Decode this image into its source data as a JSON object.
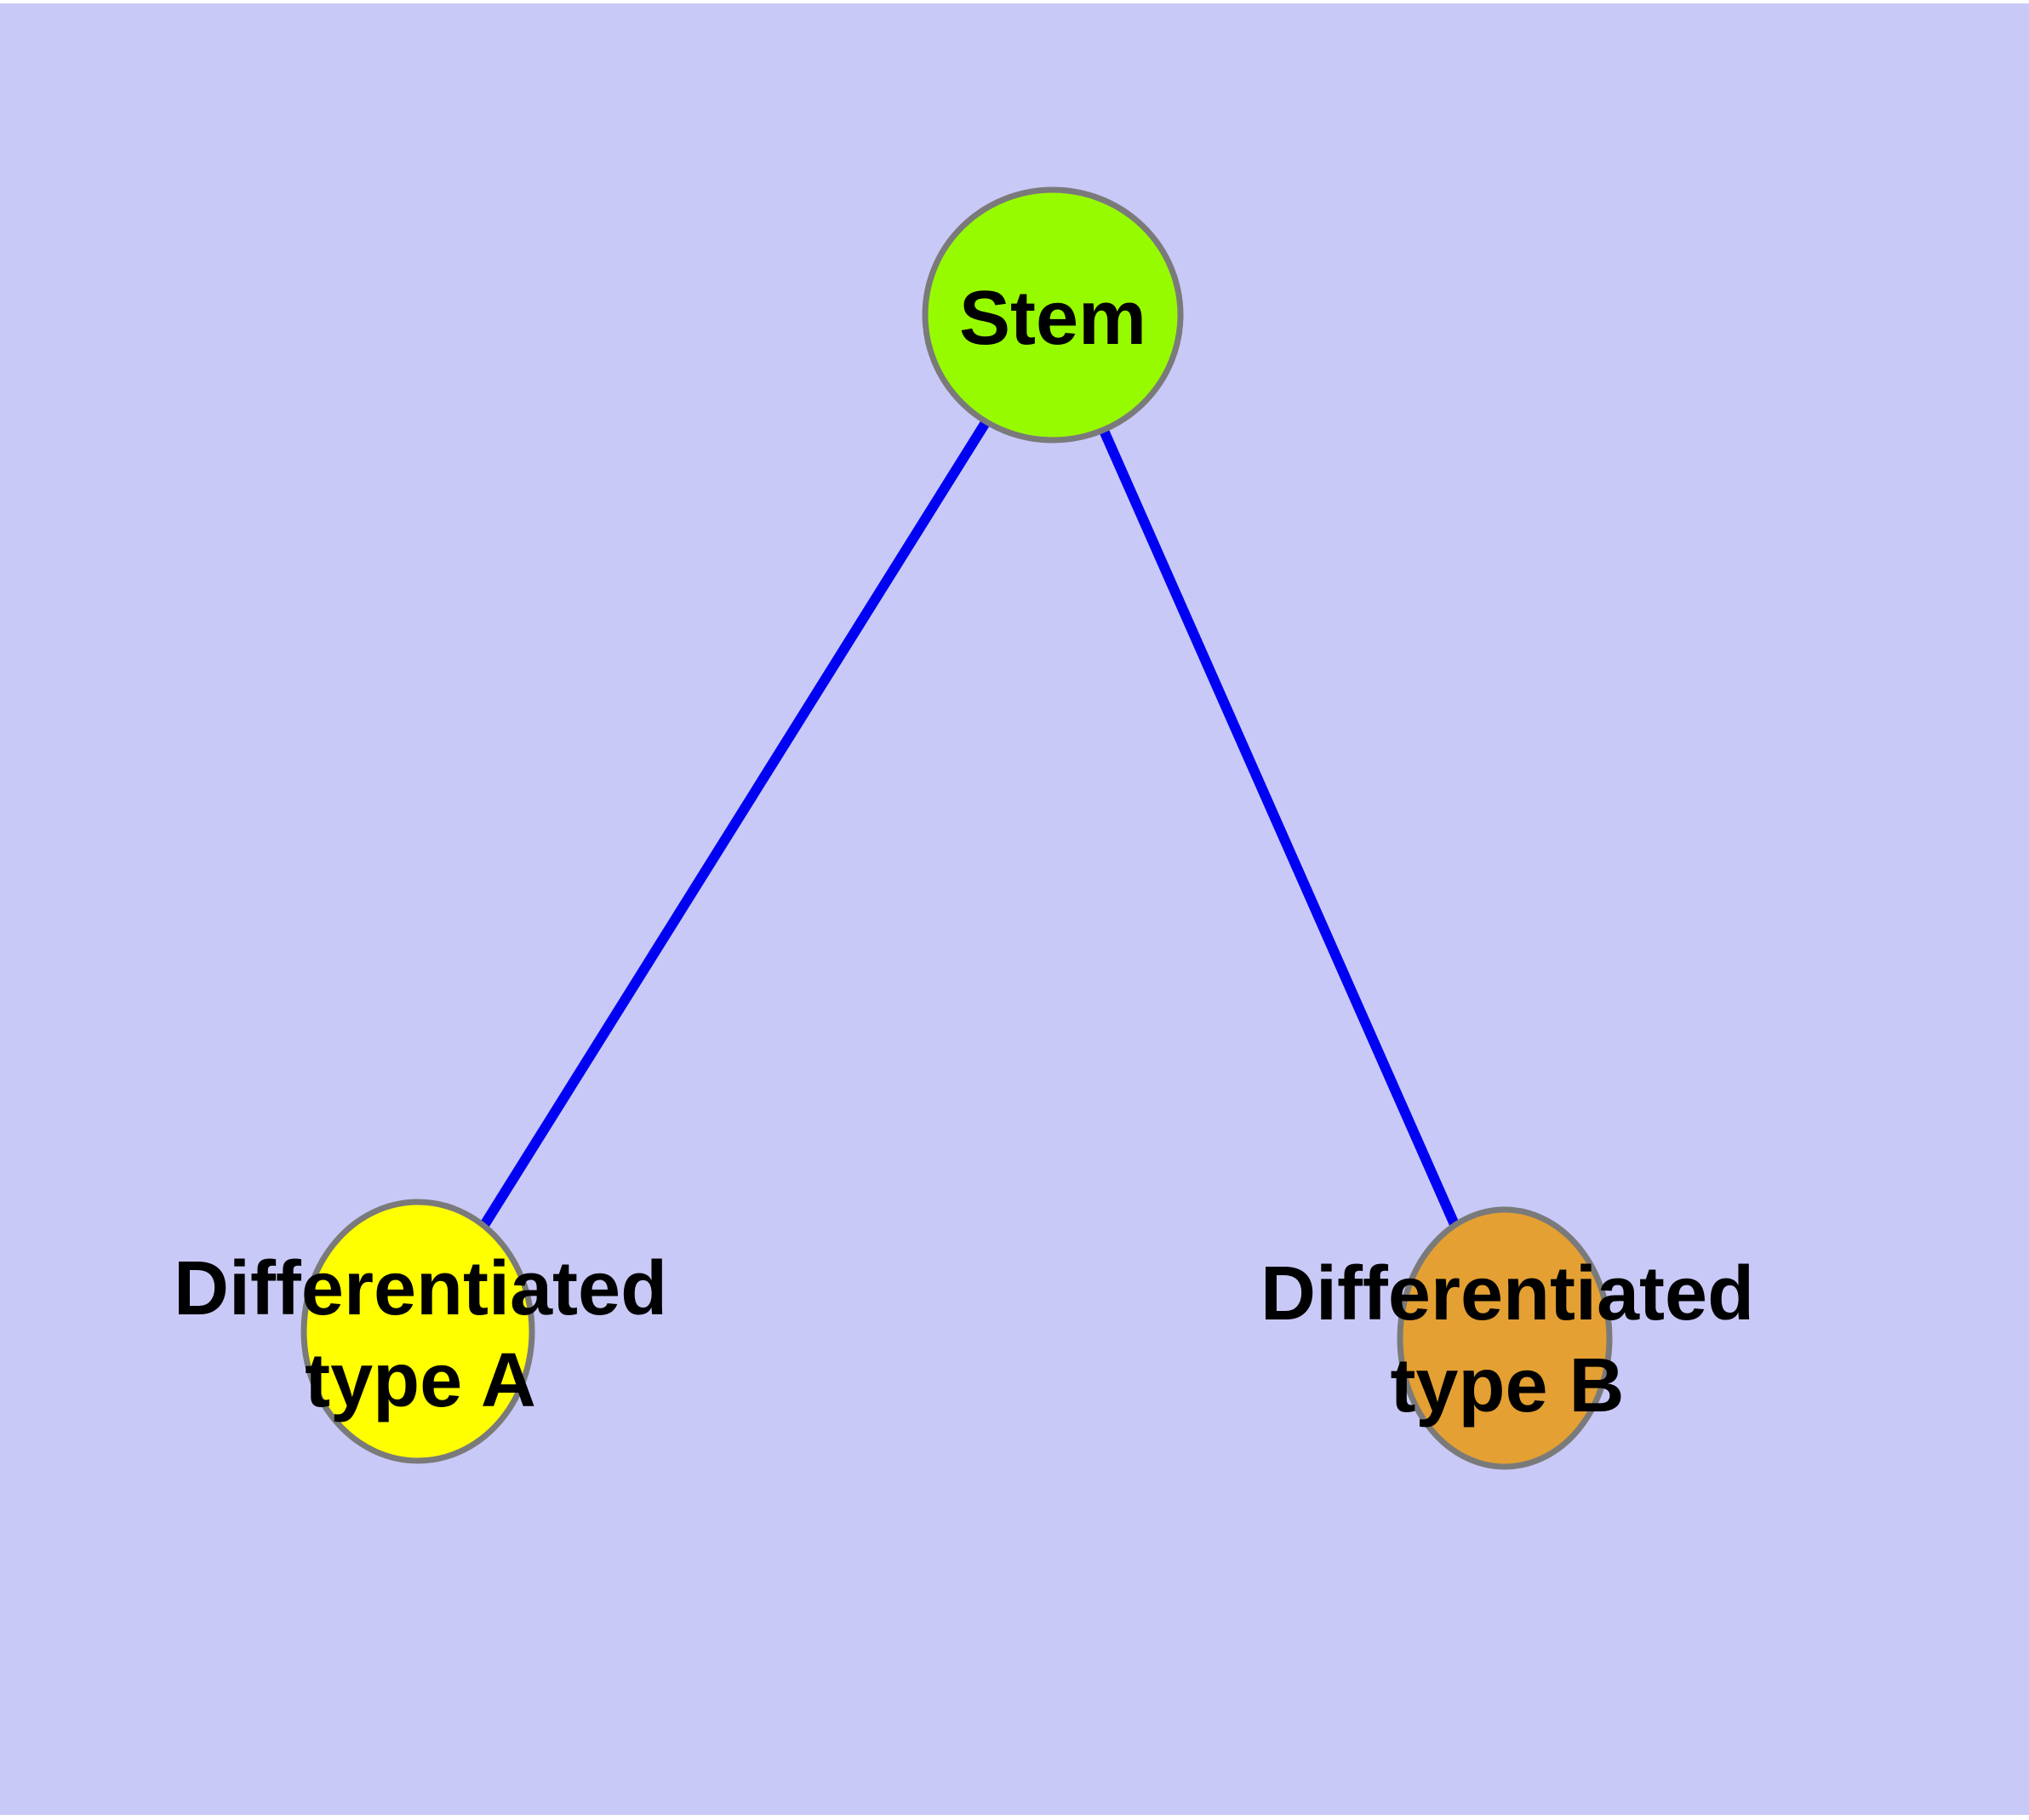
{
  "diagram": {
    "type": "node-link-graph",
    "description": "Cell differentiation hierarchy: one stem node linked to two differentiated cell type nodes",
    "nodes": {
      "stem": {
        "label": "Stem"
      },
      "type_a": {
        "label": "Differentiated\ntype A"
      },
      "type_b": {
        "label": "Differentiated\ntype B"
      }
    },
    "edges": [
      {
        "from": "Stem",
        "to": "Differentiated type A"
      },
      {
        "from": "Stem",
        "to": "Differentiated type B"
      }
    ]
  },
  "colors": {
    "plot_background": "#c9c9f7",
    "frame_background": "#ffffff",
    "edge_line": "#0000f2",
    "node_border": "#7a7a7a",
    "stem_fill": "#97fb00",
    "type_a_fill": "#ffff00",
    "type_b_fill": "#e4a032",
    "label_text": "#000000"
  }
}
